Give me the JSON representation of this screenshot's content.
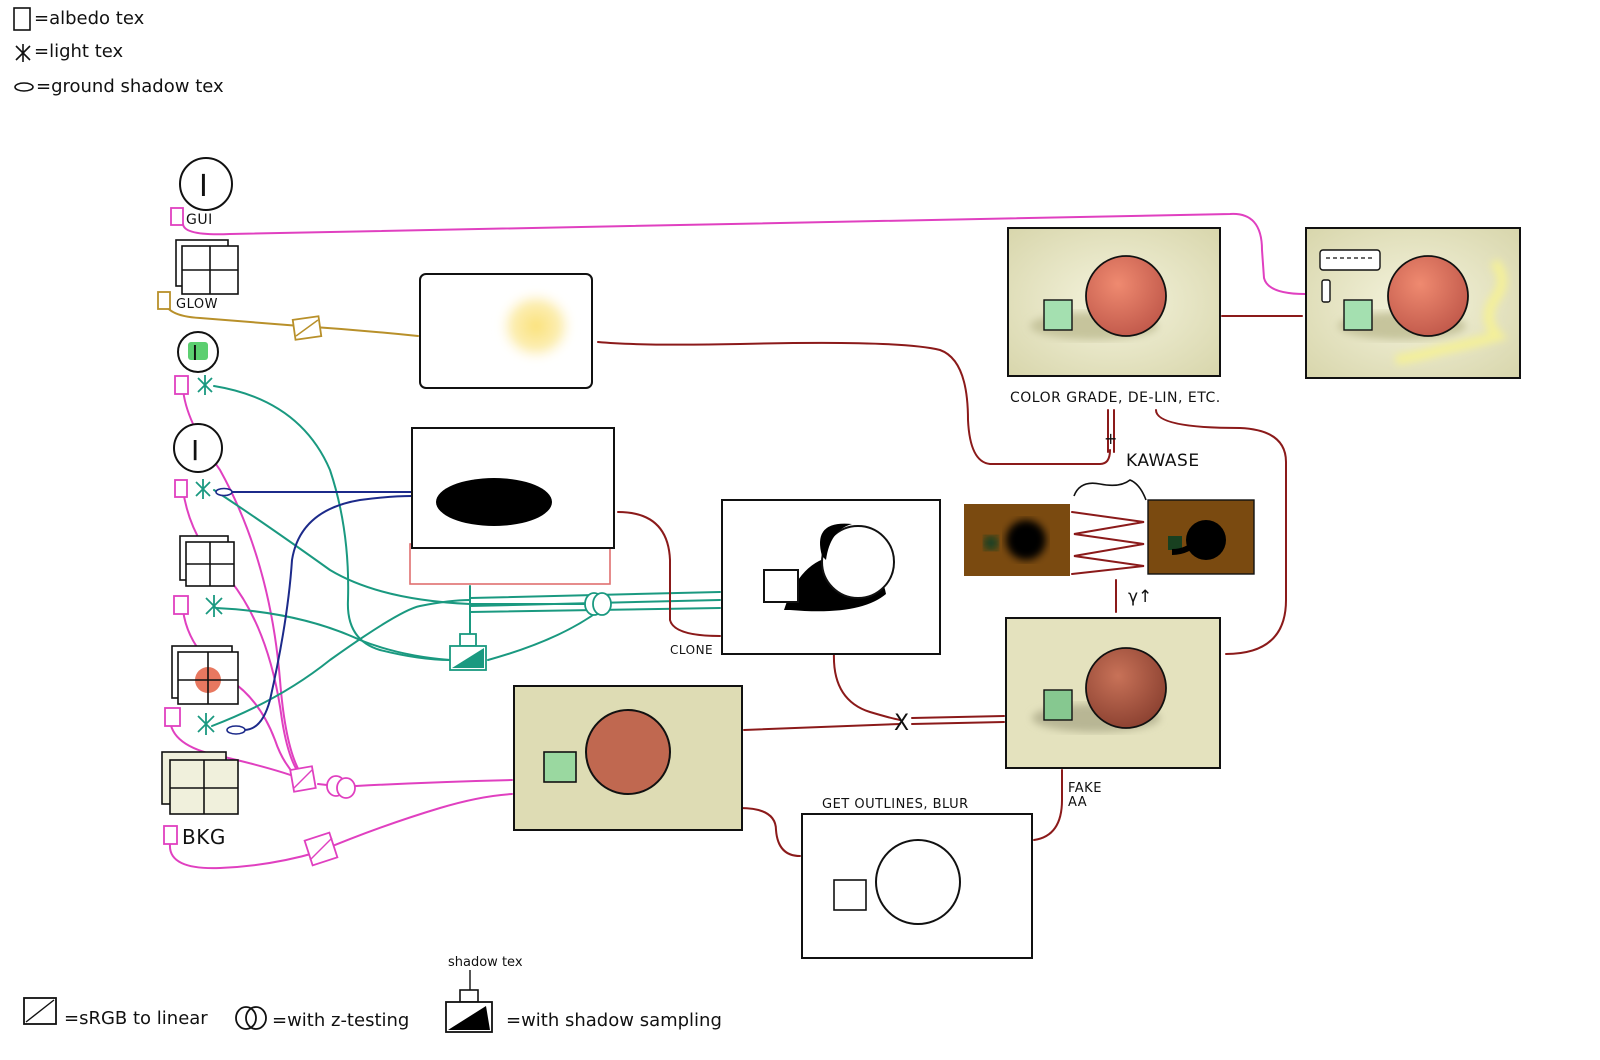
{
  "legend_top": [
    {
      "icon": "albedo-tex-icon",
      "label": "=albedo tex"
    },
    {
      "icon": "light-tex-icon",
      "label": "=light tex"
    },
    {
      "icon": "ground-shadow-tex-icon",
      "label": "=ground shadow tex"
    }
  ],
  "legend_bottom": {
    "srgb": "=sRGB to linear",
    "ztest": "=with z-testing",
    "shadow_label": "shadow tex",
    "shadow": "=with shadow sampling"
  },
  "layers": {
    "gui": "GUI",
    "glow": "GLOW",
    "bkg": "BKG"
  },
  "nodes": {
    "clone": "CLONE",
    "outlines": "GET OUTLINES, BLUR",
    "fake_aa_1": "FAKE",
    "fake_aa_2": "AA",
    "kawase": "KAWASE",
    "gamma": "γ↑",
    "color_grade": "COLOR GRADE, DE-LIN, ETC.",
    "plus": "+",
    "x_mark": "X",
    "gui_text": "I"
  },
  "colors": {
    "pink": "#e040c0",
    "teal": "#1a9980",
    "navy": "#1c2a8a",
    "gold": "#b8902a",
    "darkred": "#8b1a1a",
    "beige": "#e4e2be",
    "brown": "#7a4a10",
    "sphere": "#c06850",
    "cube": "#9ad8a0",
    "glow": "#f8e070"
  }
}
